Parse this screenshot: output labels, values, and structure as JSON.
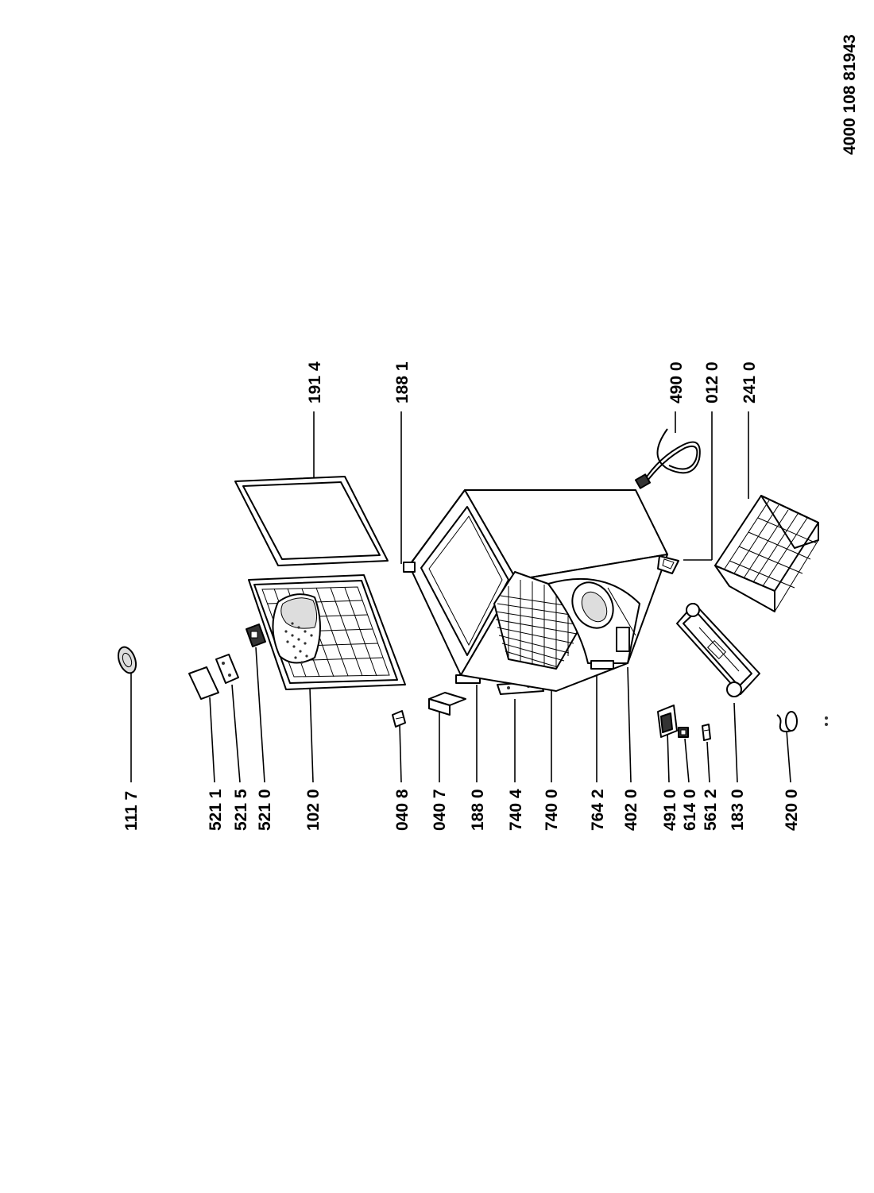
{
  "document_number": "4000 108 81943",
  "labels_left": [
    {
      "id": "111-7",
      "text": "111 7"
    },
    {
      "id": "521-1",
      "text": "521 1"
    },
    {
      "id": "521-5",
      "text": "521 5"
    },
    {
      "id": "521-0",
      "text": "521 0"
    },
    {
      "id": "102-0",
      "text": "102 0"
    },
    {
      "id": "040-8",
      "text": "040 8"
    },
    {
      "id": "040-7",
      "text": "040 7"
    },
    {
      "id": "188-0",
      "text": "188 0"
    },
    {
      "id": "740-4",
      "text": "740 4"
    },
    {
      "id": "740-0",
      "text": "740 0"
    },
    {
      "id": "764-2",
      "text": "764 2"
    },
    {
      "id": "402-0",
      "text": "402 0"
    },
    {
      "id": "491-0",
      "text": "491 0"
    },
    {
      "id": "614-0",
      "text": "614 0"
    },
    {
      "id": "561-2",
      "text": "561 2"
    },
    {
      "id": "183-0",
      "text": "183 0"
    },
    {
      "id": "420-0",
      "text": "420 0"
    }
  ],
  "labels_right": [
    {
      "id": "191-4",
      "text": "191 4"
    },
    {
      "id": "188-1",
      "text": "188 1"
    },
    {
      "id": "490-0",
      "text": "490 0"
    },
    {
      "id": "012-0",
      "text": "012 0"
    },
    {
      "id": "241-0",
      "text": "241 0"
    }
  ]
}
